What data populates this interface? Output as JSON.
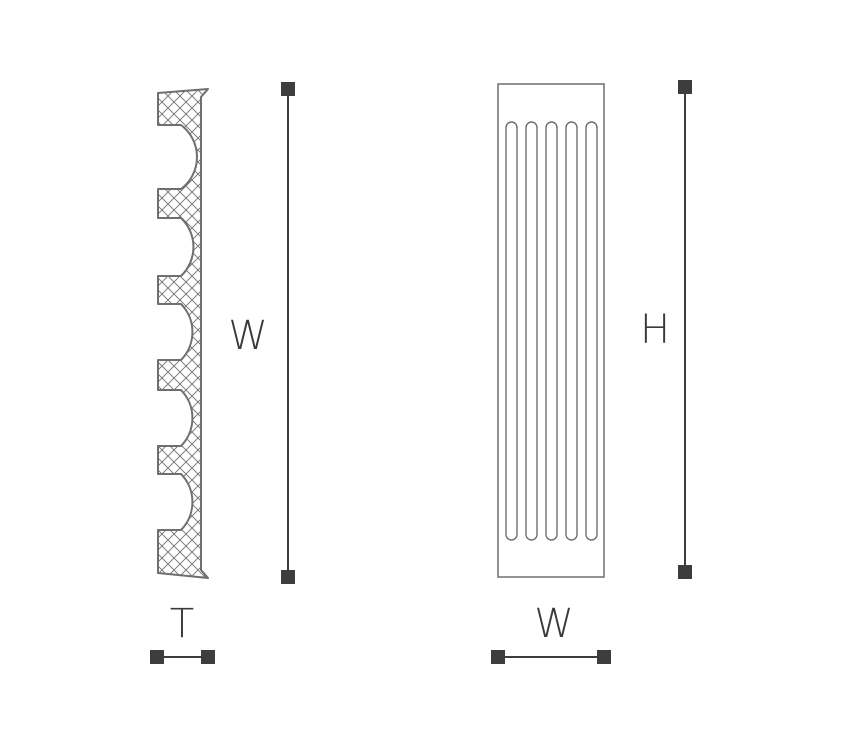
{
  "colors": {
    "background": "#ffffff",
    "outline": "#6f6f6f",
    "hatch": "#6f6f6f",
    "dimension_line": "#3d3d3d",
    "dimension_terminal": "#3d3d3d",
    "label": "#3a3a3a"
  },
  "profile_view": {
    "flute_count": 5,
    "height_label": "W",
    "thickness_label": "T"
  },
  "front_view": {
    "flute_count": 5,
    "height_label": "H",
    "width_label": "W"
  }
}
